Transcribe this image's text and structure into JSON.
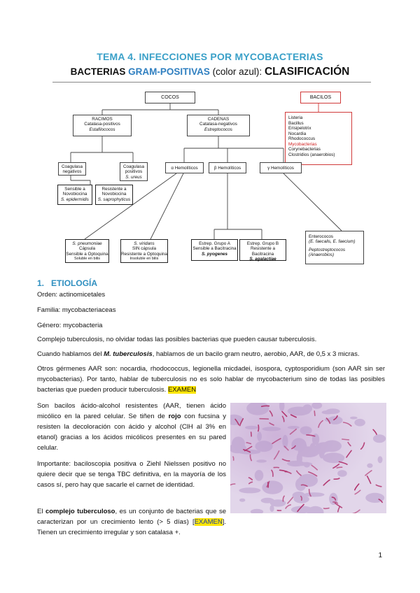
{
  "header": {
    "title": "TEMA 4. INFECCIONES POR MYCOBACTERIAS",
    "subtitle_pre": "BACTERIAS ",
    "subtitle_blue": "GRAM-POSITIVAS",
    "subtitle_paren": " (color azul): ",
    "subtitle_big": "CLASIFICACIÓN"
  },
  "diagram": {
    "cocos": "COCOS",
    "bacilos": "BACILOS",
    "racimos": [
      "RACIMOS",
      "Catalasa-positivos",
      "Estafilococos"
    ],
    "cadenas": [
      "CADENAS",
      "Catalasa-negativos",
      "Estreptococos"
    ],
    "bacilos_list": [
      "Listeria",
      "Bacillus",
      "Erisipelotrix",
      "Nocardia",
      "Rhodococcus",
      "Mycobacterias",
      "Corynebacterias",
      "Clostridios (anaerobios)"
    ],
    "coag_neg": [
      "Coagulasa",
      "negativos"
    ],
    "coag_pos": [
      "Coagulasa",
      "positivos",
      "S. ureus"
    ],
    "sens_novo": [
      "Sensible a",
      "Novobiocina",
      "S. epidermidis"
    ],
    "resis_novo": [
      "Resistente a",
      "Novobiocina",
      "S. saprophyticus"
    ],
    "alfa": "α Hemolíticos",
    "beta": "β Hemolíticos",
    "gamma": "γ Hemolíticos",
    "pneumo": [
      "S. pneumoniae",
      "Cápsula",
      "Sensible a Optoquina",
      "Soluble en bilis"
    ],
    "viridans": [
      "S. viridans",
      "SIN cápsula",
      "Resistente a Optoquina",
      "Insoluble en bilis"
    ],
    "grupoA": [
      "Estrep. Grupo A",
      "Sensible a Bacitracina",
      "S. pyogenes"
    ],
    "grupoB": [
      "Estrep. Grupo B",
      "Resistente a Bacitracina",
      "S. agalactiae"
    ],
    "entero": [
      "Enterococos",
      "(E. faecalis, E. faecium)",
      "Peptostreptococos",
      "(Anaerobios)"
    ]
  },
  "section": {
    "number": "1.",
    "title": "ETIOLOGÍA"
  },
  "body": {
    "orden": "Orden: actinomicetales",
    "familia": "Familia: mycobacteriaceas",
    "genero": "Género: mycobacteria",
    "complejo1": "Complejo tuberculosis, no olvidar todas las posibles bacterias que pueden causar tuberculosis.",
    "cuando_pre": "Cuando hablamos del ",
    "cuando_species": "M. tuberculosis",
    "cuando_post": ", hablamos de un bacilo gram neutro, aerobio, AAR, de 0,5 x 3 micras.",
    "otros": "Otros gérmenes AAR son: nocardia, rhodococcus, legionella micdadei, isospora, cyptosporidium (son AAR sin ser mycobacterias). Por tanto, hablar de tuberculosis no es solo hablar de mycobacterium sino de todas las posibles bacterias que pueden producir tuberculosis. ",
    "examen": "EXAMEN",
    "son_pre": "Son bacilos ácido-alcohol resistentes (AAR, tienen ácido micólico en la pared celular. Se tiñen de ",
    "son_bold": "rojo",
    "son_post": " con fucsina y resisten la decoloración con ácido y alcohol (ClH al 3% en etanol) gracias a los ácidos micólicos presentes en su pared celular.",
    "importante": "Importante: baciloscopia positiva o Ziehl Nielssen positivo no quiere decir que se tenga TBC definitiva, en la mayoría de los casos sí, pero hay que sacarle el carnet de identidad.",
    "el": "El ",
    "complejo_bold": "complejo tuberculoso",
    "complejo_post": ", es un conjunto de bacterias que se caracterizan por un crecimiento lento (> 5 días) ",
    "bracket_open": "[",
    "examen2": "EXAMEN",
    "bracket_close": "]",
    "complejo_end": ". Tienen un crecimiento irregular y son catalasa +."
  },
  "page_number": "1",
  "colors": {
    "title": "#3aa0c8",
    "highlight": "#ffe600",
    "red": "#d02020",
    "stain_bg": "#d9c8e2",
    "rod": "#b0306a"
  }
}
